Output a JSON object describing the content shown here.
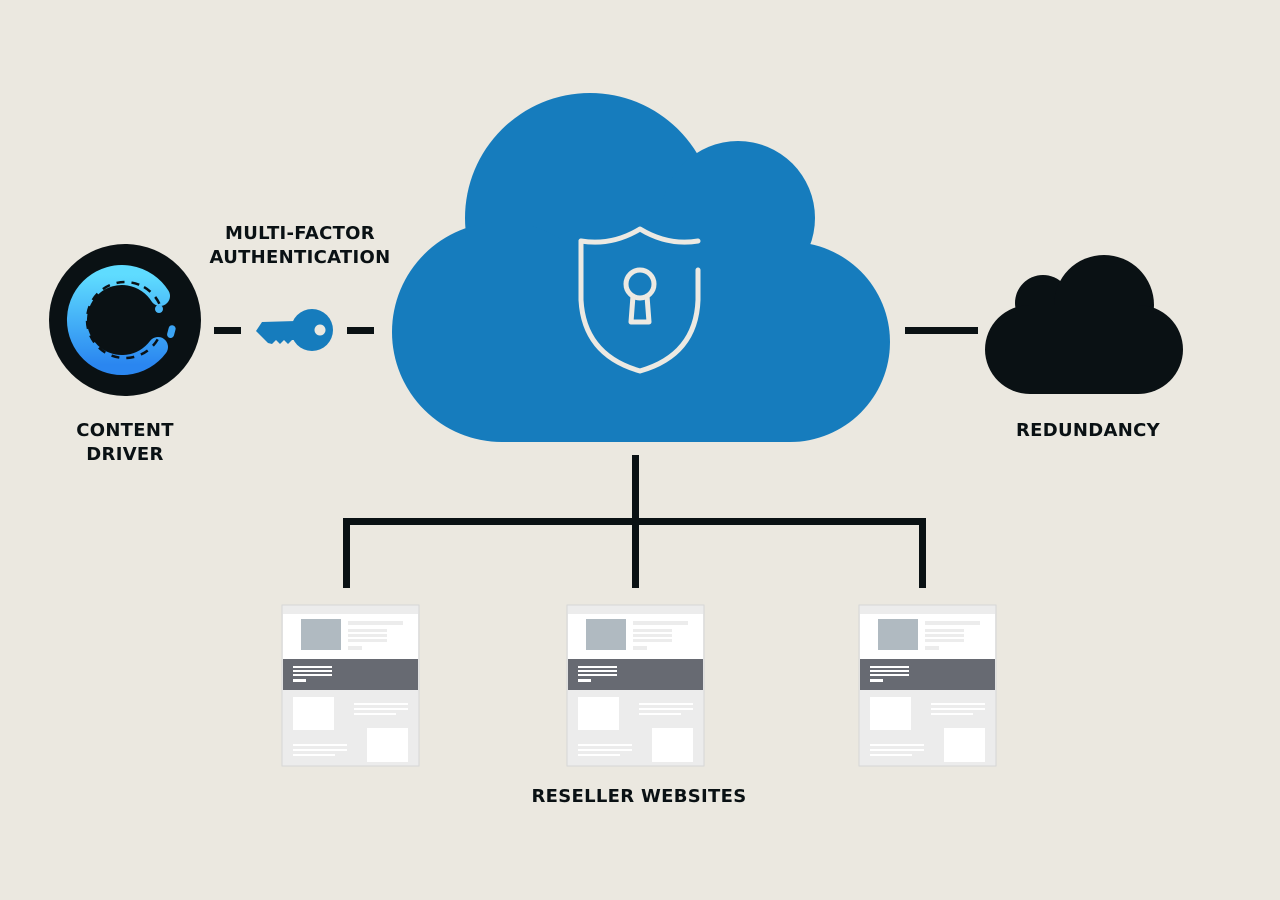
{
  "labels": {
    "mfa_line1": "MULTI-FACTOR",
    "mfa_line2": "AUTHENTICATION",
    "content_driver_line1": "CONTENT",
    "content_driver_line2": "DRIVER",
    "redundancy": "REDUNDANCY",
    "reseller_websites": "RESELLER WEBSITES"
  },
  "icons": [
    "content-driver-logo-icon",
    "key-icon",
    "shield-keyhole-icon",
    "cloud-icon",
    "redundancy-cloud-icon",
    "website-thumbnail-icon"
  ],
  "colors": {
    "background": "#ebe8e0",
    "cloud_blue": "#167cbd",
    "dark": "#0a1114",
    "logo_gradient_top": "#5fdcff",
    "logo_gradient_bottom": "#2a86f0"
  }
}
